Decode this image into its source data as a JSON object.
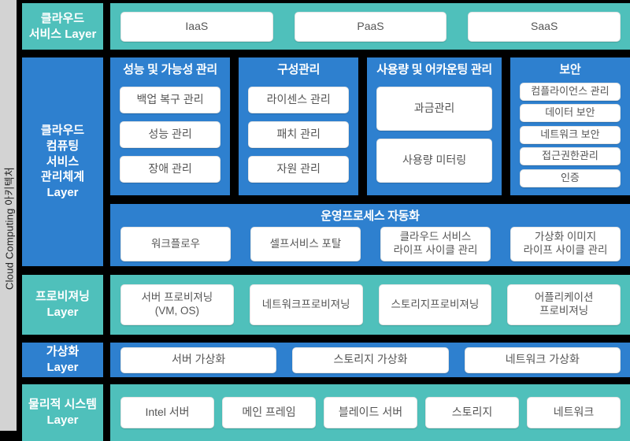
{
  "side": {
    "vertical_label": "Cloud Computing 아키텍처"
  },
  "colors": {
    "teal": "#4FC0BB",
    "blue": "#2E80CF",
    "gray": "#D3D3D3",
    "black": "#000000",
    "box_text": "#555555"
  },
  "layers": [
    {
      "id": "cloud-service",
      "label": "클라우드\n서비스 Layer",
      "items": [
        "IaaS",
        "PaaS",
        "SaaS"
      ]
    },
    {
      "id": "management",
      "label": "클라우드\n컴퓨팅\n서비스\n관리체계\nLayer",
      "columns": [
        {
          "title": "성능 및 가능성 관리",
          "items": [
            "백업 복구 관리",
            "성능 관리",
            "장애 관리"
          ]
        },
        {
          "title": "구성관리",
          "items": [
            "라이센스 관리",
            "패치 관리",
            "자원 관리"
          ]
        },
        {
          "title": "사용량 및 어카운팅 관리",
          "items": [
            "과금관리",
            "사용량 미터링"
          ]
        },
        {
          "title": "보안",
          "items": [
            "컴플라이언스 관리",
            "데이터 보안",
            "네트워크 보안",
            "접근권한관리",
            "인증"
          ]
        }
      ],
      "automation": {
        "title": "운영프로세스 자동화",
        "items": [
          "워크플로우",
          "셀프서비스 포탈",
          "클라우드 서비스\n라이프 사이클 관리",
          "가상화 이미지\n라이프 사이클 관리"
        ]
      }
    },
    {
      "id": "provisioning",
      "label": "프로비져닝\nLayer",
      "items": [
        "서버 프로비져닝\n(VM, OS)",
        "네트워크프로비져닝",
        "스토리지프로비져닝",
        "어플리케이션\n프로비져닝"
      ]
    },
    {
      "id": "virtualization",
      "label": "가상화\nLayer",
      "items": [
        "서버 가상화",
        "스토리지 가상화",
        "네트워크 가상화"
      ]
    },
    {
      "id": "physical",
      "label": "물리적 시스템\nLayer",
      "items": [
        "Intel 서버",
        "메인 프레임",
        "블레이드 서버",
        "스토리지",
        "네트워크"
      ]
    }
  ]
}
